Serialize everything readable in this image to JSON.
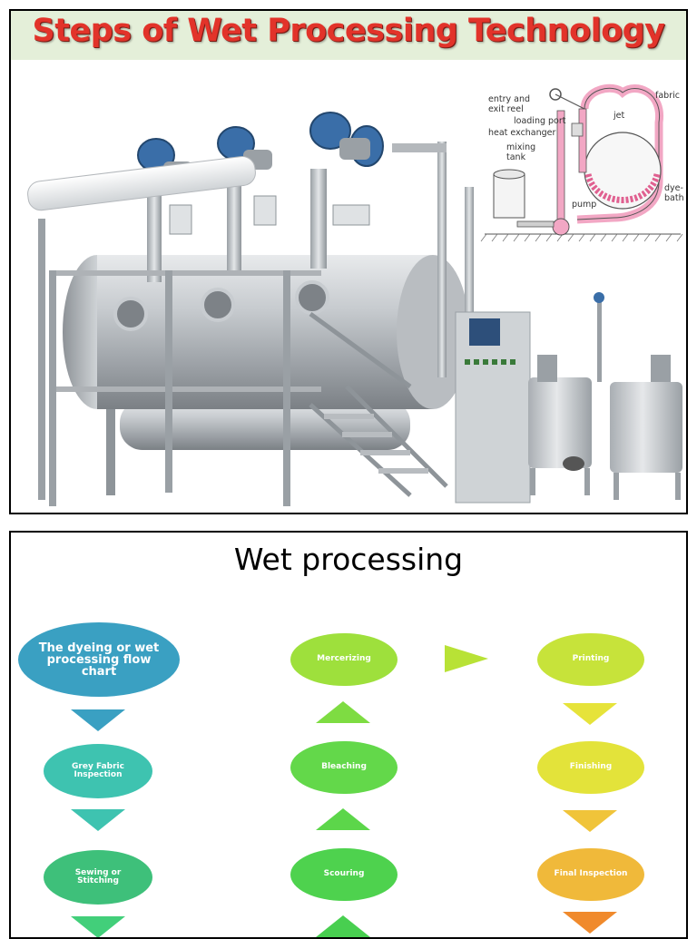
{
  "slide1": {
    "title": "Steps of Wet Processing Technology",
    "schematic_labels": {
      "entry_reel_1": "entry and",
      "entry_reel_2": "exit reel",
      "loading_port": "loading port",
      "heat_exchanger": "heat exchanger",
      "mixing_1": "mixing",
      "mixing_2": "tank",
      "pump": "pump",
      "jet": "jet",
      "fabric": "fabric",
      "dye_1": "dye-",
      "dye_2": "bath"
    }
  },
  "slide2": {
    "title": "Wet processing",
    "nodes": {
      "flowchart": "The dyeing or wet processing flow chart",
      "grey_inspection": "Grey Fabric Inspection",
      "sewing": "Sewing or Stitching",
      "mercerizing": "Mercerizing",
      "bleaching": "Bleaching",
      "scouring": "Scouring",
      "printing": "Printing",
      "finishing": "Finishing",
      "final_inspection": "Final Inspection"
    }
  },
  "colors": {
    "title_red": "#e2332a",
    "title_bg": "#e4efd9",
    "teal_dark": "#3aa0c2",
    "teal": "#3ec3b0",
    "green": "#63d84a",
    "yellow_green": "#b8e236",
    "yellow": "#e6e33a",
    "amber": "#f0b93a",
    "orange": "#f08a2c"
  }
}
